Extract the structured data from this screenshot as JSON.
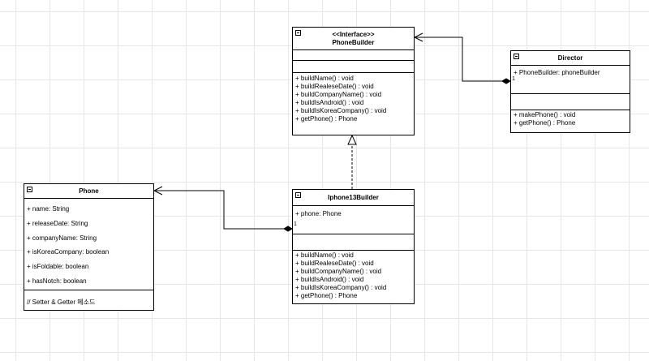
{
  "classes": {
    "phone_builder": {
      "stereotype": "<<Interface>>",
      "name": "PhoneBuilder",
      "attributes": [],
      "methods": [
        "+ buildName() : void",
        "+ buildRealeseDate() : void",
        "+ buildCompanyName() : void",
        "+ buildIsAndroid() : void",
        "+ buildIsKoreaCompany() : void",
        "+ getPhone() : Phone"
      ]
    },
    "director": {
      "name": "Director",
      "attributes": [
        "+ PhoneBuilder: phoneBuilder"
      ],
      "methods": [
        "+ makePhone() : void",
        "+ getPhone() : Phone"
      ]
    },
    "iphone13_builder": {
      "name": "Iphone13Builder",
      "attributes": [
        "+ phone: Phone"
      ],
      "methods": [
        "+ buildName() : void",
        "+ buildRealeseDate() : void",
        "+ buildCompanyName() : void",
        "+ buildIsAndroid() : void",
        "+ buildIsKoreaCompany() : void",
        "+ getPhone() : Phone"
      ]
    },
    "phone": {
      "name": "Phone",
      "attributes": [
        "+ name: String",
        "+ releaseDate: String",
        "+ companyName: String",
        "+ isKoreaCompany: boolean",
        "+ isFoldable: boolean",
        "+ hasNotch: boolean"
      ],
      "notes": [
        "// Setter & Getter 메소드"
      ]
    }
  },
  "relations": {
    "director_builder": {
      "type": "composition",
      "multiplicity": "1"
    },
    "iphone13_phone": {
      "type": "composition",
      "multiplicity": "1"
    },
    "iphone13_realizes": {
      "type": "realization"
    }
  }
}
